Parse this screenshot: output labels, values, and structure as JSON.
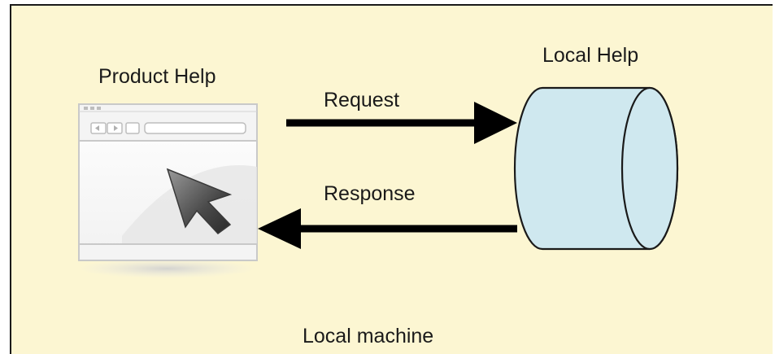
{
  "labels": {
    "product_help": "Product Help",
    "local_help": "Local Help",
    "request": "Request",
    "response": "Response",
    "local_machine": "Local machine"
  },
  "icons": {
    "browser": "browser-window-icon",
    "cursor": "cursor-arrow-icon",
    "database": "cylinder-database-icon"
  },
  "colors": {
    "background": "#fcf6d2",
    "cylinder_fill": "#cfe8ef",
    "stroke": "#1a1a1a"
  }
}
